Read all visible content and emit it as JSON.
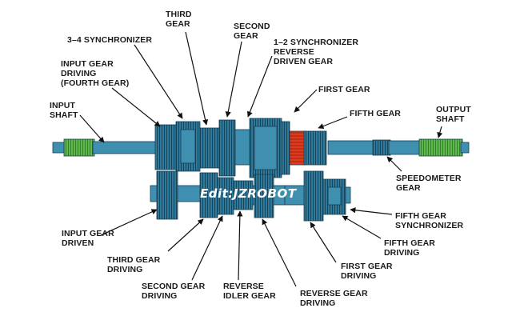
{
  "diagram": {
    "labels": {
      "third_gear": "THIRD\nGEAR",
      "second_gear": "SECOND\nGEAR",
      "sync_3_4": "3–4 SYNCHRONIZER",
      "sync_1_2": "1–2 SYNCHRONIZER\nREVERSE\nDRIVEN GEAR",
      "input_gear_driving": "INPUT GEAR\nDRIVING\n(FOURTH GEAR)",
      "first_gear": "FIRST GEAR",
      "input_shaft": "INPUT\nSHAFT",
      "fifth_gear": "FIFTH GEAR",
      "output_shaft": "OUTPUT\nSHAFT",
      "speedometer_gear": "SPEEDOMETER\nGEAR",
      "fifth_gear_synchronizer": "FIFTH GEAR\nSYNCHRONIZER",
      "fifth_gear_driving": "FIFTH GEAR\nDRIVING",
      "input_gear_driven": "INPUT GEAR\nDRIVEN",
      "first_gear_driving": "FIRST GEAR\nDRIVING",
      "third_gear_driving": "THIRD GEAR\nDRIVING",
      "second_gear_driving": "SECOND GEAR\nDRIVING",
      "reverse_idler_gear": "REVERSE\nIDLER GEAR",
      "reverse_gear_driving": "REVERSE GEAR\nDRIVING"
    },
    "watermark": "Edit:JZROBOT",
    "colors": {
      "shaft": "#3e8fb0",
      "gear": "#2f7a9c",
      "gear_dark": "#1f5870",
      "spline": "#5db94c",
      "highlight": "#e03a1e",
      "outline": "#163e50"
    }
  }
}
